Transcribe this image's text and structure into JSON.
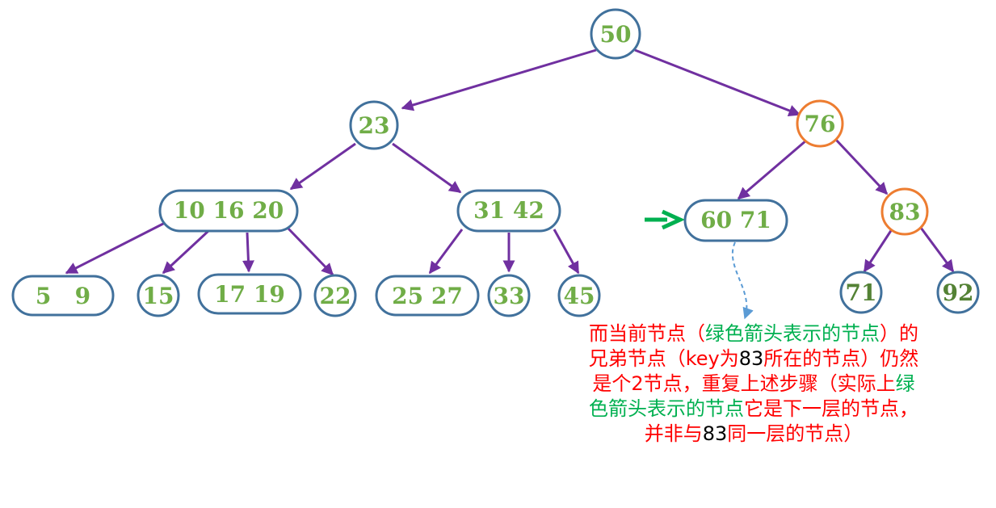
{
  "colors": {
    "node_border": "#41719c",
    "node_border_highlight": "#ed7d31",
    "key_text": "#70ad47",
    "edge": "#7030a0",
    "pointer_arrow": "#00b050",
    "dashed_link": "#5b9bd5",
    "note_red": "#ff0000",
    "note_green": "#00b050",
    "note_black": "#000000"
  },
  "tree": {
    "root": {
      "keys": "50"
    },
    "left": {
      "keys": "23"
    },
    "right": {
      "keys": "76"
    },
    "node_10_16_20": {
      "keys": "10 16 20"
    },
    "node_31_42": {
      "keys": "31 42"
    },
    "node_60_71": {
      "keys": "60 71"
    },
    "node_83": {
      "keys": "83"
    },
    "leaf_5_9": {
      "keys": "5   9"
    },
    "leaf_15": {
      "keys": "15"
    },
    "leaf_17_19": {
      "keys": "17 19"
    },
    "leaf_22": {
      "keys": "22"
    },
    "leaf_25_27": {
      "keys": "25 27"
    },
    "leaf_33": {
      "keys": "33"
    },
    "leaf_45": {
      "keys": "45"
    },
    "leaf_71": {
      "keys": "71"
    },
    "leaf_92": {
      "keys": "92"
    }
  },
  "note": {
    "p1": "而当前节点（",
    "p2": "绿色箭头表示的节点",
    "p3": "）的兄弟节点（",
    "p4": "key",
    "p5": "为",
    "p6": "83",
    "p7": "所在的节点）仍然是个2节点，重复上述步骤（实际上",
    "p8": "绿色箭头表示的节点",
    "p9": "它是下一层的节点，并非与",
    "p10": "83",
    "p11": "同一层的节点）"
  }
}
